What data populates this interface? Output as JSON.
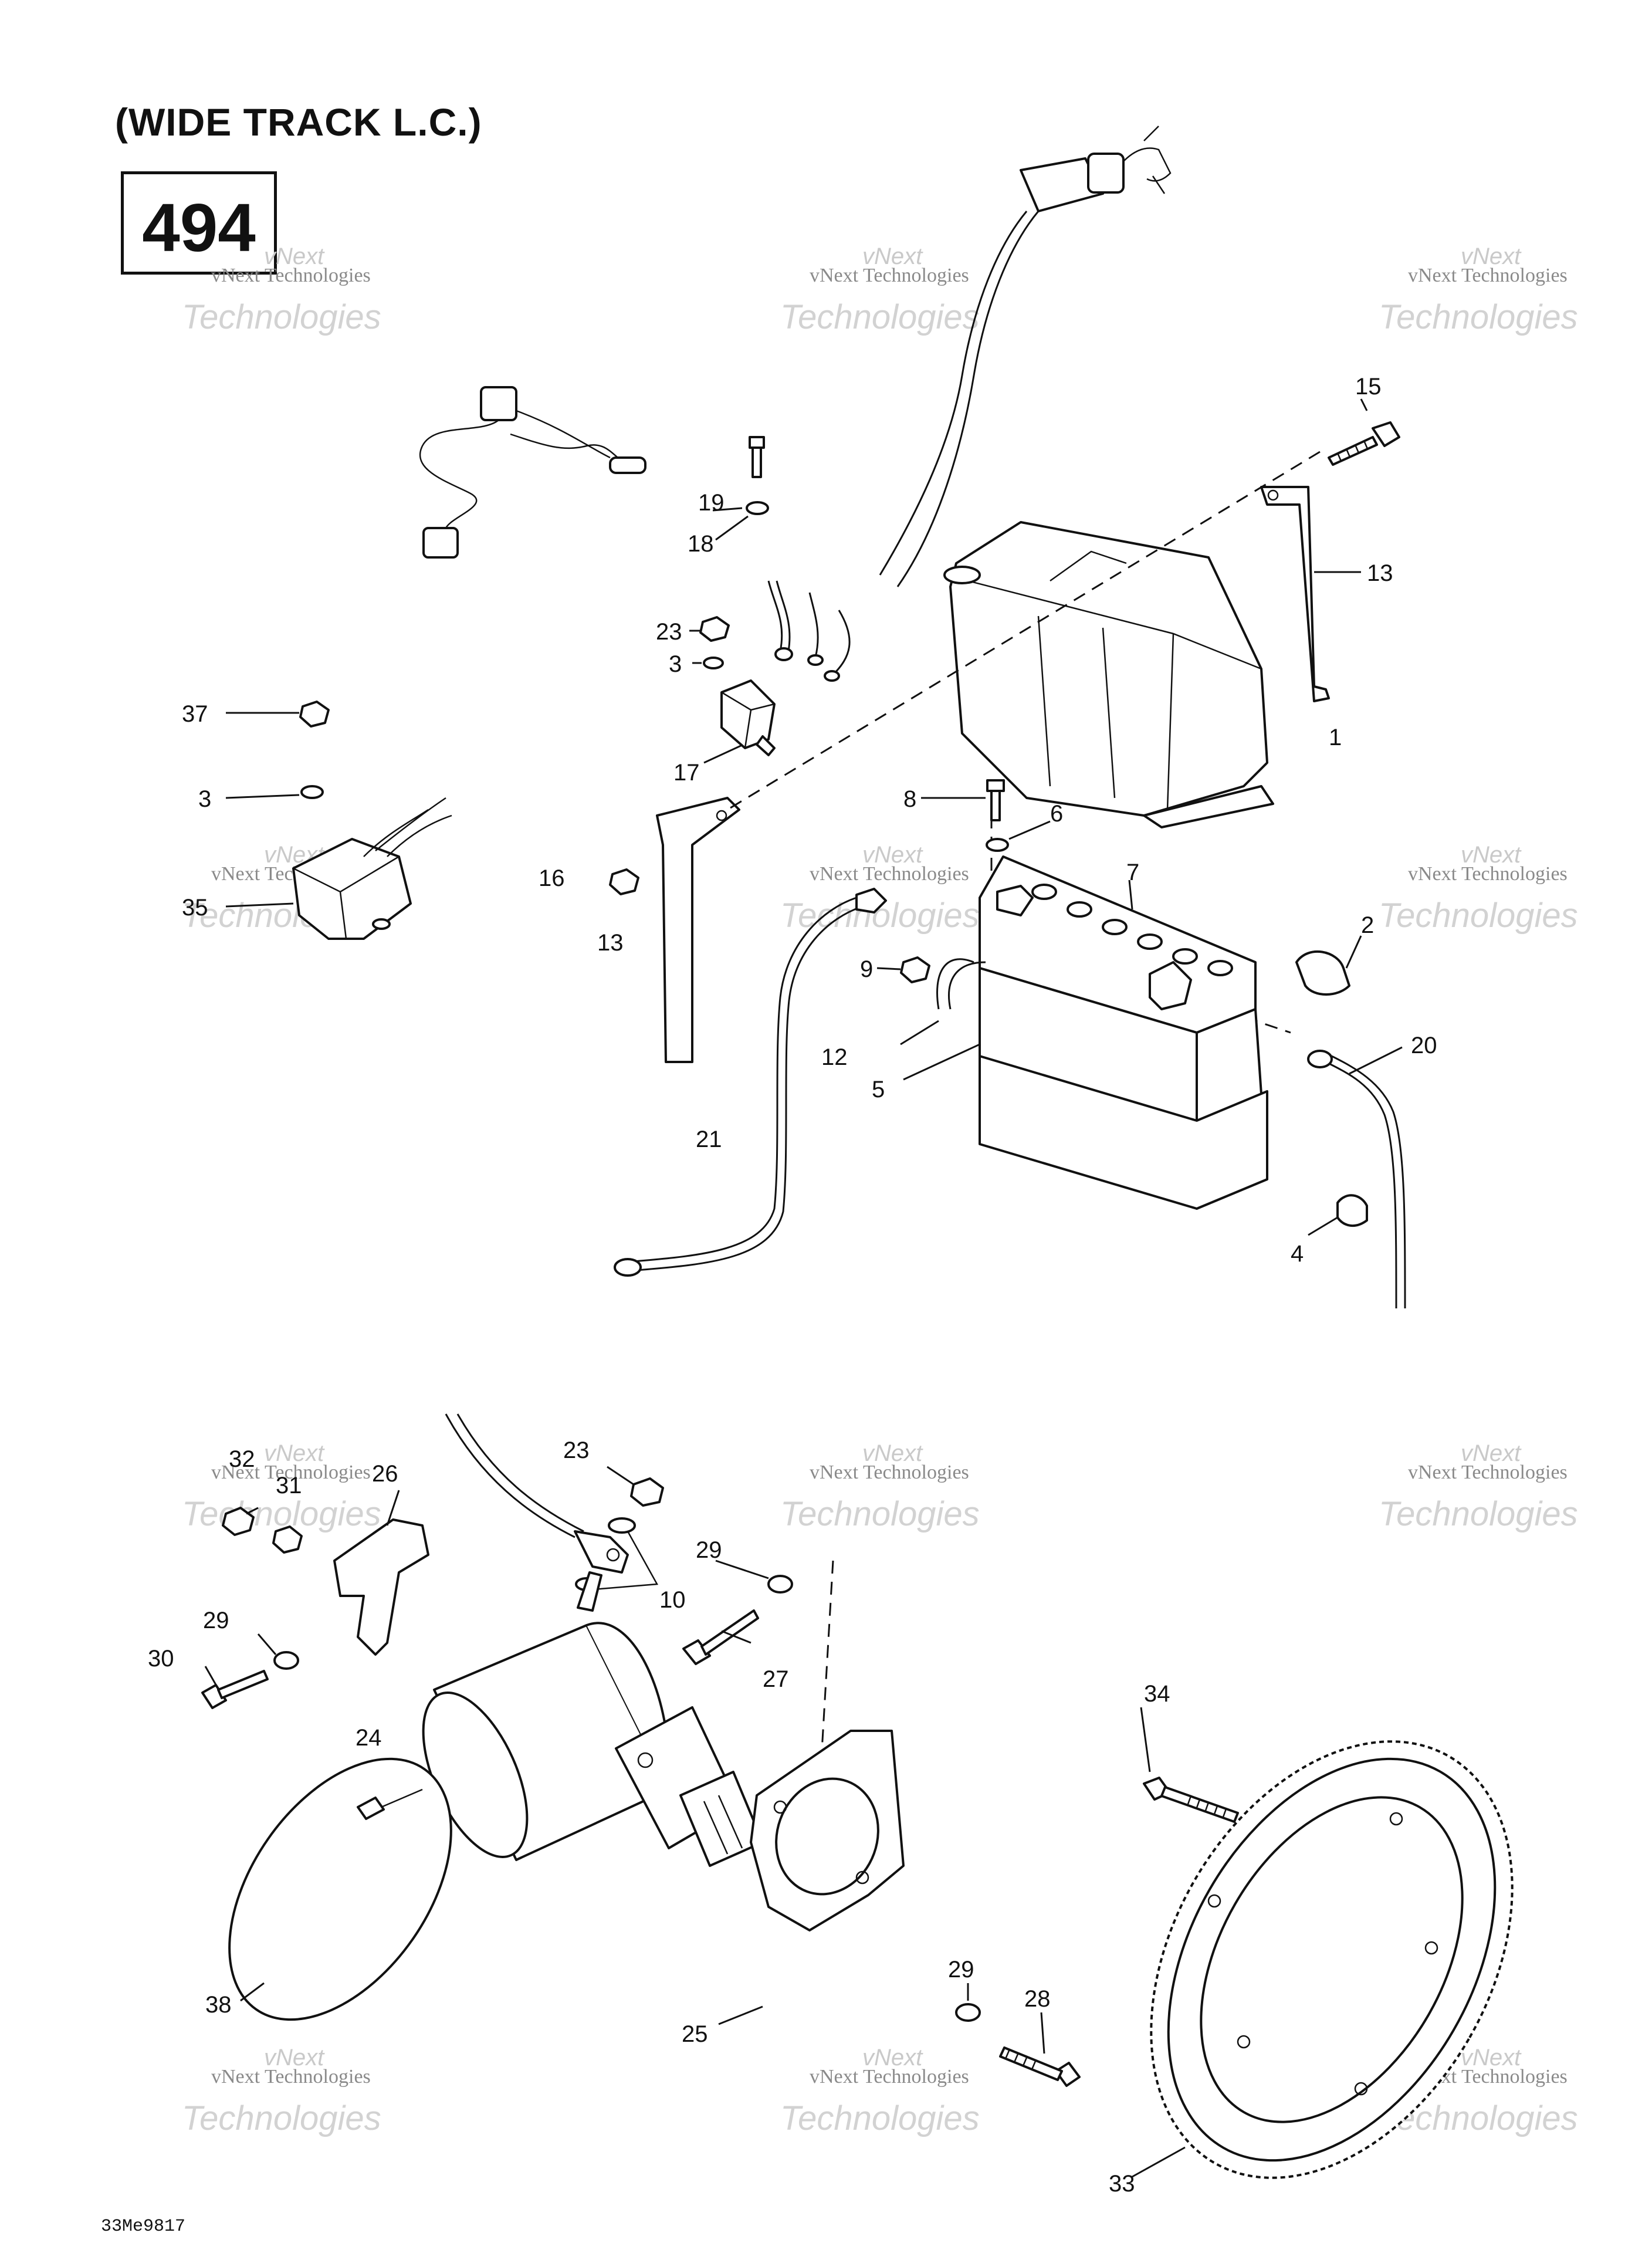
{
  "header": {
    "title": "(WIDE TRACK L.C.)",
    "page_number": "494"
  },
  "footer": {
    "drawing_code": "33Me9817"
  },
  "watermark": {
    "line1": "vNext",
    "line2": "vNext Technologies",
    "line3": "Technologies"
  },
  "callouts": {
    "c1": "1",
    "c2": "2",
    "c3a": "3",
    "c3b": "3",
    "c4": "4",
    "c5": "5",
    "c6": "6",
    "c7": "7",
    "c8": "8",
    "c9": "9",
    "c10": "10",
    "c12": "12",
    "c13a": "13",
    "c13b": "13",
    "c15": "15",
    "c16": "16",
    "c17": "17",
    "c18": "18",
    "c19": "19",
    "c20": "20",
    "c21": "21",
    "c23a": "23",
    "c23b": "23",
    "c24": "24",
    "c25": "25",
    "c26": "26",
    "c27": "27",
    "c28": "28",
    "c29a": "29",
    "c29b": "29",
    "c29c": "29",
    "c30": "30",
    "c31": "31",
    "c32": "32",
    "c33": "33",
    "c34": "34",
    "c35": "35",
    "c37": "37",
    "c38": "38"
  },
  "colors": {
    "line": "#111111",
    "background": "#ffffff",
    "watermark": "#c9c9c9"
  }
}
